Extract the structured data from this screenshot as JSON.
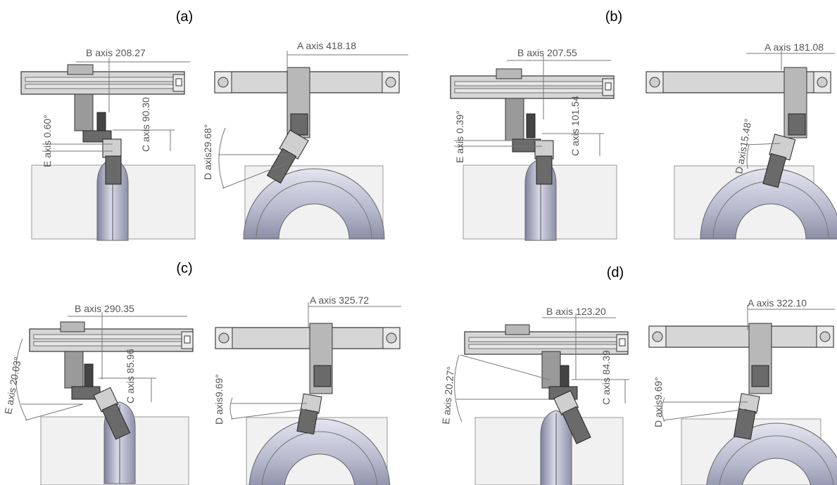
{
  "panels": [
    {
      "label": "(a)",
      "b_axis": "B axis 208.27",
      "c_axis": "C axis 90.30",
      "e_axis": "E axis 0.60°",
      "a_axis": "A axis 418.18",
      "d_axis": "D axis29.68°"
    },
    {
      "label": "(b)",
      "b_axis": "B axis 207.55",
      "c_axis": "C axis 101.54",
      "e_axis": "E axis 0.39°",
      "a_axis": "A axis 181.08",
      "d_axis": "D axis15.48°"
    },
    {
      "label": "(c)",
      "b_axis": "B axis 290.35",
      "c_axis": "C axis 85.96",
      "e_axis": "E axis 20.03°",
      "a_axis": "A axis 325.72",
      "d_axis": "D axis9.69°"
    },
    {
      "label": "(d)",
      "b_axis": "B axis 123.20",
      "c_axis": "C axis 84.39",
      "e_axis": "E axis 20.27°",
      "a_axis": "A axis 322.10",
      "d_axis": "D axis9.69°"
    }
  ]
}
